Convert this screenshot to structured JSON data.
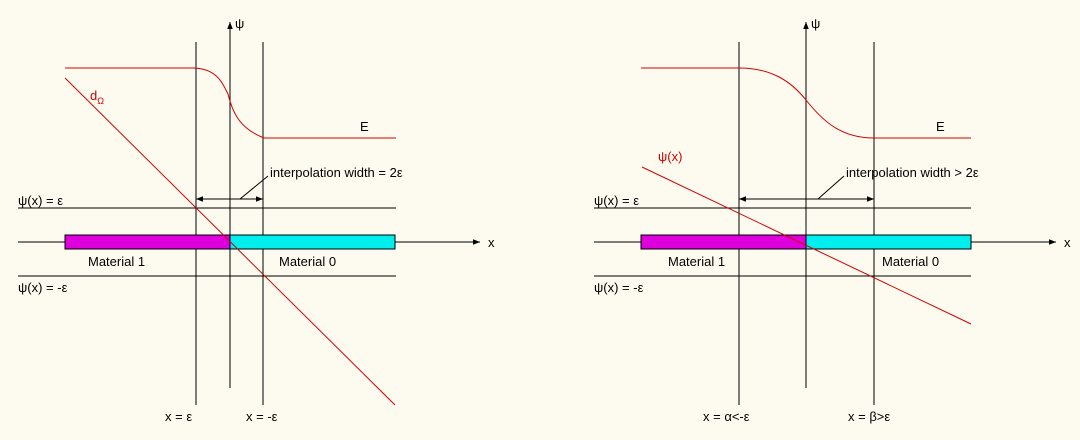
{
  "colors": {
    "background": "#fdfbef",
    "material1": "#dd00dd",
    "material0": "#00eeee",
    "curve": "#d40000",
    "line": "#000000"
  },
  "left": {
    "psi_axis": "ψ",
    "x_axis": "x",
    "distance_label": "dΩ",
    "distance_main": "d",
    "distance_sub": "Ω",
    "energy_label": "E",
    "width_label": "interpolation width = 2ε",
    "psi_pos": "ψ(x) = ε",
    "psi_neg": "ψ(x) = -ε",
    "material1": "Material 1",
    "material0": "Material 0",
    "x_left": "x = ε",
    "x_right": "x = -ε"
  },
  "right": {
    "psi_axis": "ψ",
    "x_axis": "x",
    "curve_label": "ψ(x)",
    "energy_label": "E",
    "width_label": "interpolation width > 2ε",
    "psi_pos": "ψ(x) = ε",
    "psi_neg": "ψ(x) = -ε",
    "material1": "Material 1",
    "material0": "Material 0",
    "x_left": "x = α<-ε",
    "x_right": "x = β>ε"
  }
}
